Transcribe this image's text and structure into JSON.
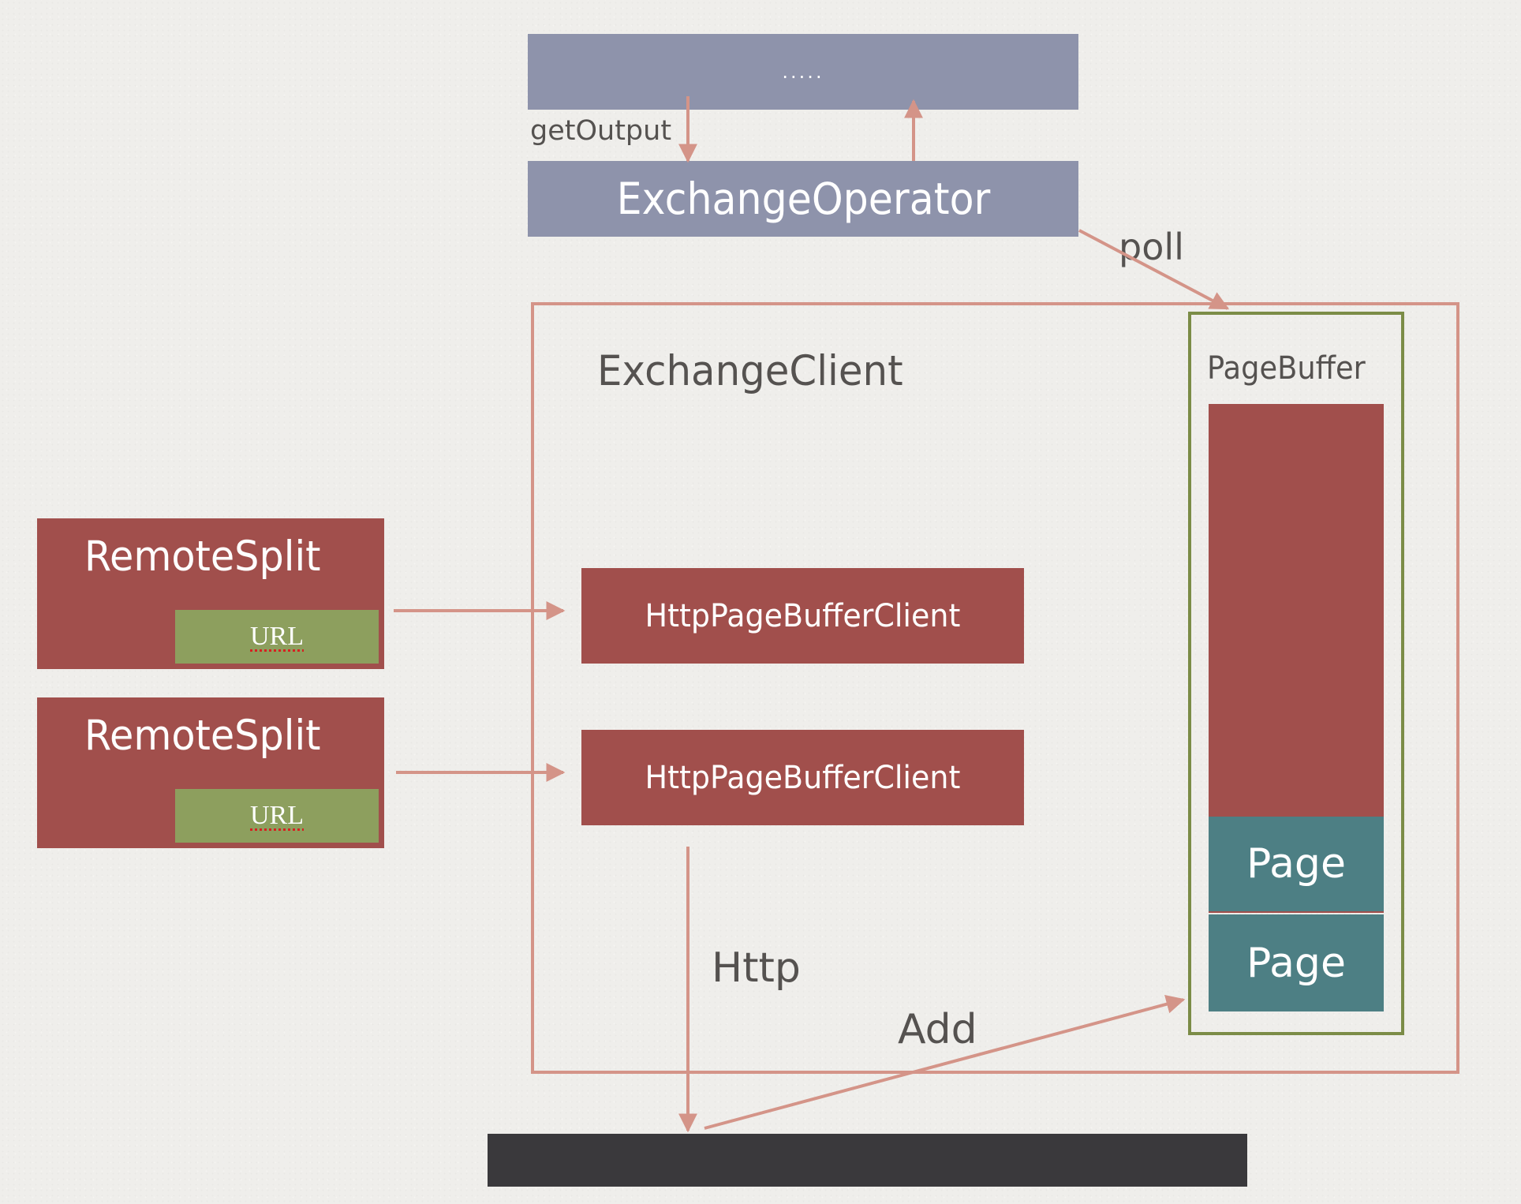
{
  "top_box": {
    "label": "....."
  },
  "exchange_operator": {
    "label": "ExchangeOperator"
  },
  "get_output_label": "getOutput",
  "poll_label": "poll",
  "exchange_client": {
    "title": "ExchangeClient"
  },
  "page_buffer": {
    "title": "PageBuffer",
    "pages": [
      "Page",
      "Page"
    ]
  },
  "remote_splits": [
    {
      "label": "RemoteSplit",
      "url_label": "URL"
    },
    {
      "label": "RemoteSplit",
      "url_label": "URL"
    }
  ],
  "http_clients": [
    {
      "label": "HttpPageBufferClient"
    },
    {
      "label": "HttpPageBufferClient"
    }
  ],
  "http_label": "Http",
  "add_label": "Add",
  "colors": {
    "slate": "#8e93ab",
    "red_block": "#a14f4c",
    "url_green": "#8d9f5e",
    "page_teal": "#4d7f84",
    "arrow": "#d49488",
    "page_buffer_border": "#7b8c47",
    "bottom_bar": "#3a393c"
  }
}
